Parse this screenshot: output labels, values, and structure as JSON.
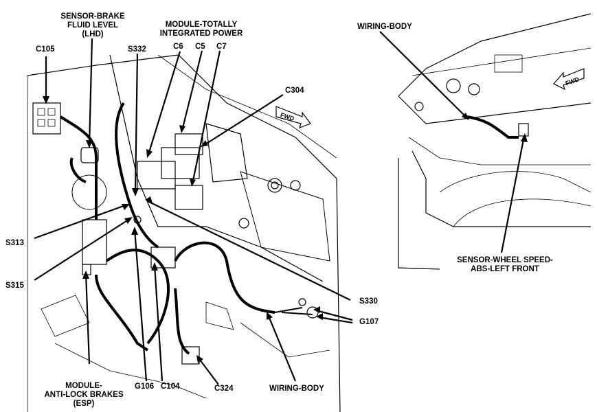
{
  "labels": {
    "sensor_brake_fluid": [
      "SENSOR-BRAKE",
      "FLUID LEVEL",
      "(LHD)"
    ],
    "module_tip": [
      "MODULE-TOTALLY",
      "INTEGRATED POWER"
    ],
    "c105": "C105",
    "s332": "S332",
    "c6": "C6",
    "c5": "C5",
    "c7": "C7",
    "c304": "C304",
    "s313": "S313",
    "s315": "S315",
    "s330": "S330",
    "g107": "G107",
    "module_abs": [
      "MODULE-",
      "ANTI-LOCK BRAKES",
      "(ESP)"
    ],
    "g106": "G106",
    "c104": "C104",
    "c324": "C324",
    "wiring_body_bottom": "WIRING-BODY",
    "wiring_body_top": "WIRING-BODY",
    "sensor_wheel": [
      "SENSOR-WHEEL SPEED-",
      "ABS-LEFT FRONT"
    ],
    "fwd_left": "FWD",
    "fwd_right": "FWD"
  },
  "colors": {
    "line": "#000000",
    "shade": "#d9d9d9",
    "background": "#ffffff"
  }
}
